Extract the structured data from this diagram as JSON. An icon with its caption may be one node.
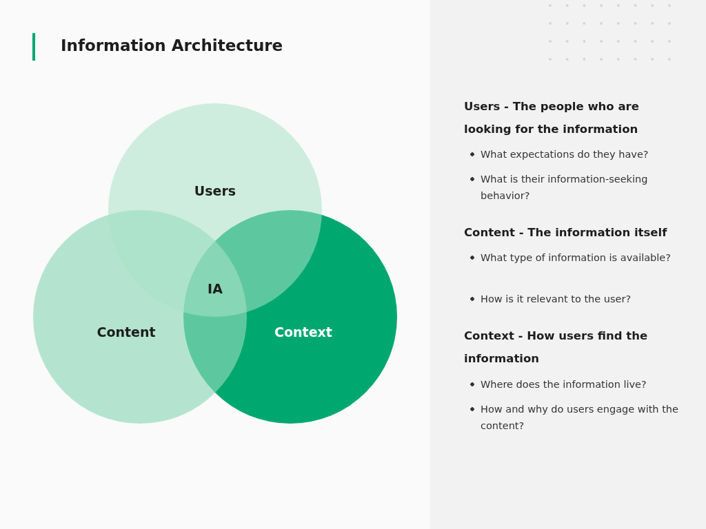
{
  "diagram": {
    "title": "Information Architecture",
    "nodes": [
      {
        "text": [
          "Users"
        ]
      },
      {
        "text": [
          "Content"
        ]
      },
      {
        "text": [
          "Context"
        ]
      }
    ],
    "labels": [
      "IA",
      "Users - The people who are looking for the information",
      "What expectations do they have?",
      "What is their information-seeking behavior?",
      "Content - The information itself",
      "What type of information is available?",
      "How is it relevant to the user?",
      "Context - How users find the information",
      "Where does the information live?",
      "How and why do users engage with the content?"
    ]
  }
}
